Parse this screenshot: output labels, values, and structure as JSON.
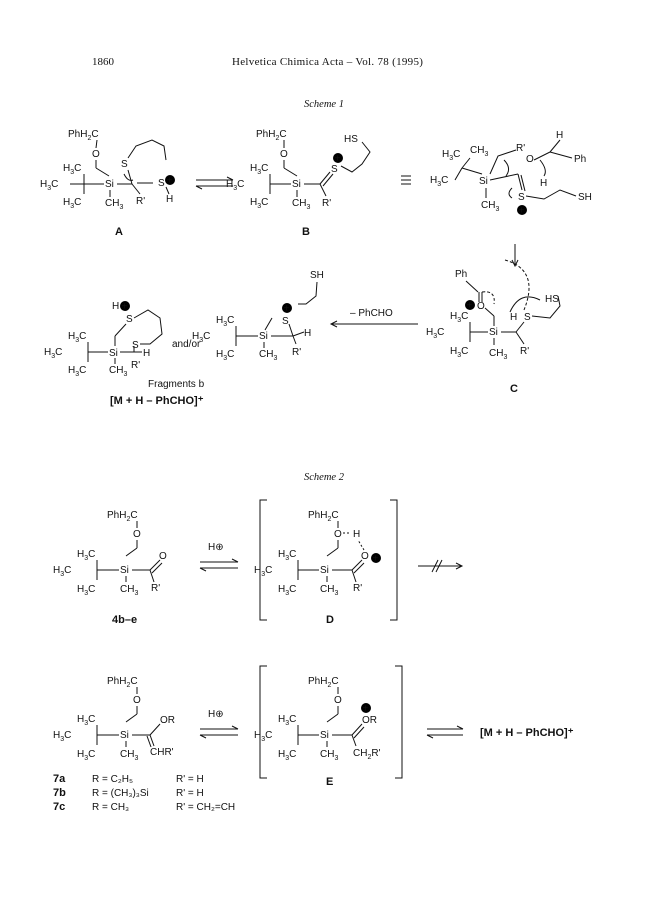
{
  "header": {
    "page_number": "1860",
    "journal": "Helvetica Chimica Acta – Vol. 78 (1995)"
  },
  "scheme1": {
    "title": "Scheme 1",
    "labels": {
      "A": "A",
      "B": "B",
      "C": "C"
    },
    "reagent": "– PhCHO",
    "andor": "and/or",
    "fragments_label": "Fragments b",
    "ion_label": "[M + H – PhCHO]⁺"
  },
  "scheme2": {
    "title": "Scheme 2",
    "labels": {
      "cmpd4": "4b–e",
      "D": "D",
      "E": "E"
    },
    "proton": "H⊕",
    "product": "[M + H – PhCHO]⁺",
    "legend": [
      {
        "id": "7a",
        "R": "R = C₂H₅",
        "Rp": "R' = H"
      },
      {
        "id": "7b",
        "R": "R = (CH₃)₃Si",
        "Rp": "R' = H"
      },
      {
        "id": "7c",
        "R": "R = CH₃",
        "Rp": "R' = CH₂=CH"
      }
    ]
  }
}
